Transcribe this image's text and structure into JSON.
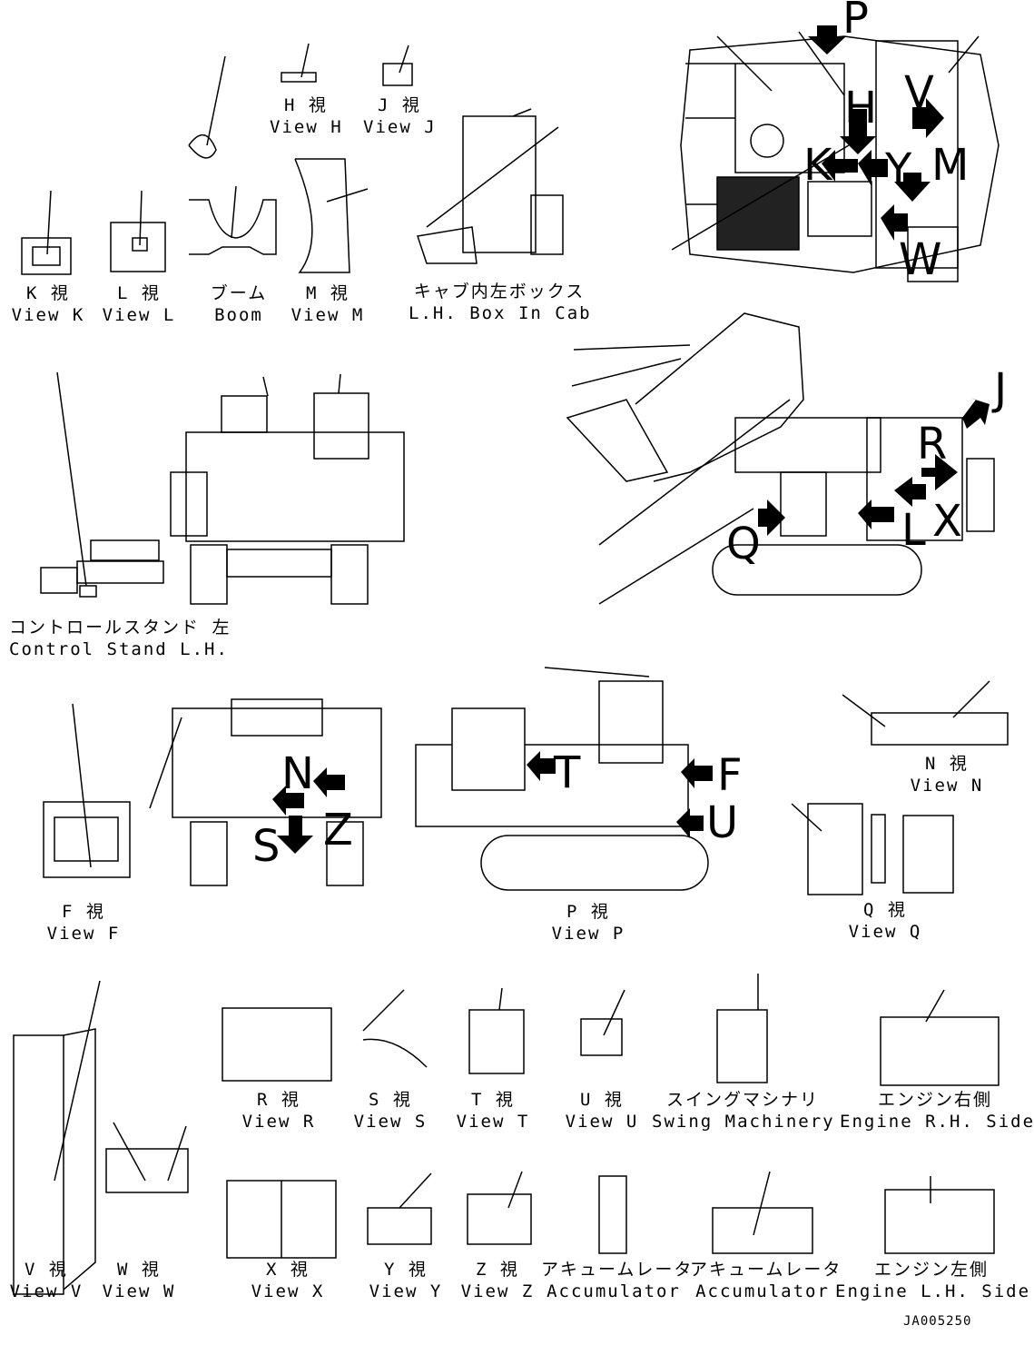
{
  "document_id": "JA005250",
  "views": [
    {
      "jp": "H 視",
      "en": "View H"
    },
    {
      "jp": "J 視",
      "en": "View J"
    },
    {
      "jp": "K 視",
      "en": "View K"
    },
    {
      "jp": "L 視",
      "en": "View L"
    },
    {
      "jp": "ブーム",
      "en": "Boom"
    },
    {
      "jp": "M 視",
      "en": "View M"
    },
    {
      "jp": "キャブ内左ボックス",
      "en": "L.H. Box In Cab"
    },
    {
      "jp": "コントロールスタンド 左",
      "en": "Control Stand L.H."
    },
    {
      "jp": "N 視",
      "en": "View N"
    },
    {
      "jp": "F 視",
      "en": "View F"
    },
    {
      "jp": "P 視",
      "en": "View P"
    },
    {
      "jp": "Q 視",
      "en": "View Q"
    },
    {
      "jp": "R 視",
      "en": "View R"
    },
    {
      "jp": "S 視",
      "en": "View S"
    },
    {
      "jp": "T 視",
      "en": "View T"
    },
    {
      "jp": "U 視",
      "en": "View U"
    },
    {
      "jp": "スイングマシナリ",
      "en": "Swing Machinery"
    },
    {
      "jp": "エンジン右側",
      "en": "Engine R.H. Side"
    },
    {
      "jp": "V 視",
      "en": "View V"
    },
    {
      "jp": "W 視",
      "en": "View W"
    },
    {
      "jp": "X 視",
      "en": "View X"
    },
    {
      "jp": "Y 視",
      "en": "View Y"
    },
    {
      "jp": "Z 視",
      "en": "View Z"
    },
    {
      "jp": "アキュームレータ",
      "en": "Accumulator"
    },
    {
      "jp": "アキュームレータ",
      "en": "Accumulator"
    },
    {
      "jp": "エンジン左側",
      "en": "Engine L.H. Side"
    }
  ],
  "callouts": {
    "top": [
      "P",
      "H",
      "V",
      "K",
      "Y",
      "M",
      "W"
    ],
    "side": [
      "J",
      "R",
      "L",
      "X",
      "Q"
    ],
    "front": [
      "N",
      "S",
      "Z"
    ],
    "rear": [
      "T",
      "F",
      "U"
    ]
  }
}
